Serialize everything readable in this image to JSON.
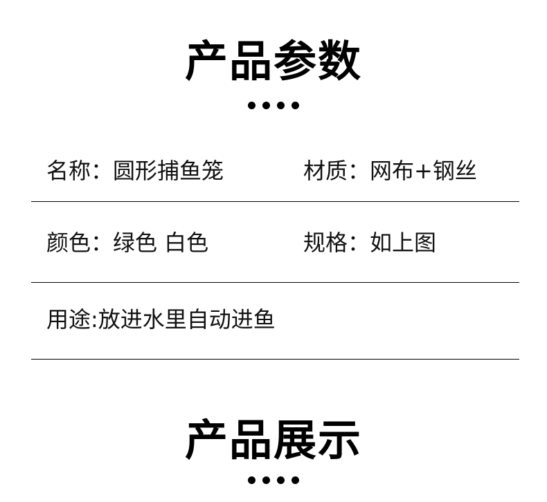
{
  "sections": {
    "params_title": "产品参数",
    "show_title": "产品展示"
  },
  "params": {
    "name": "名称：圆形捕鱼笼",
    "material": "材质：网布+钢丝",
    "color": "颜色：绿色 白色",
    "spec": "规格：如上图",
    "usage": "用途:放进水里自动进鱼"
  }
}
